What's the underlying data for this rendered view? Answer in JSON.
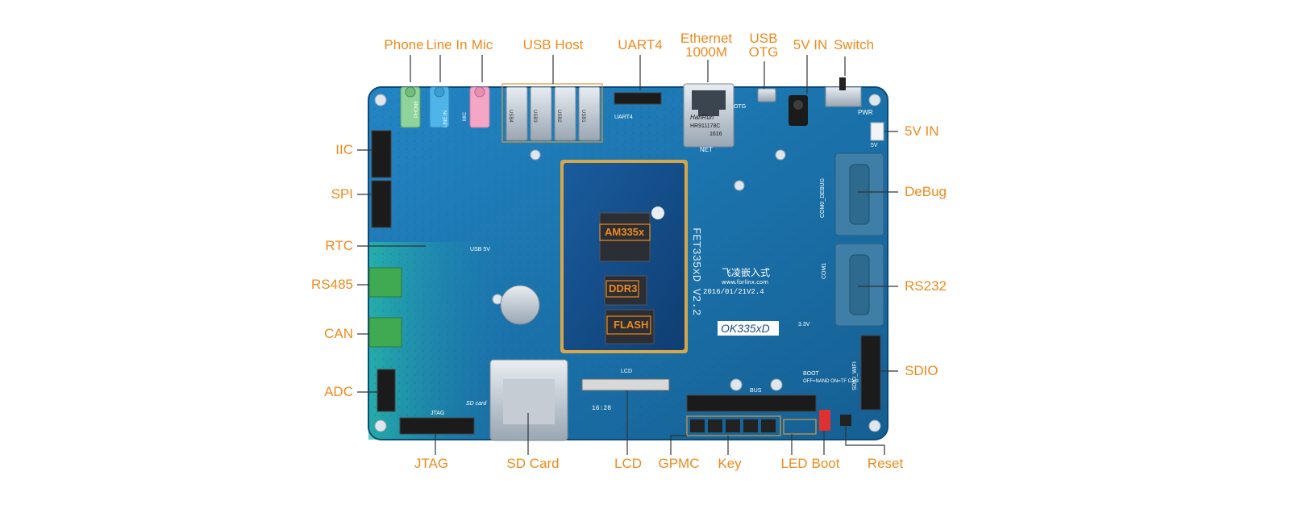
{
  "labels": {
    "phone": "Phone",
    "line_in": "Line In",
    "mic": "Mic",
    "usb_host": "USB Host",
    "uart4": "UART4",
    "ethernet": "Ethernet",
    "ethernet_speed": "1000M",
    "usb_otg_1": "USB",
    "usb_otg_2": "OTG",
    "power_in_top": "5V IN",
    "switch": "Switch",
    "power_in_right": "5V IN",
    "debug": "DeBug",
    "rs232": "RS232",
    "sdio": "SDIO",
    "iic": "IIC",
    "spi": "SPI",
    "rtc": "RTC",
    "rs485": "RS485",
    "can": "CAN",
    "adc": "ADC",
    "jtag": "JTAG",
    "sd_card": "SD Card",
    "lcd": "LCD",
    "gpmc": "GPMC",
    "key": "Key",
    "led": "LED",
    "boot": "Boot",
    "reset": "Reset"
  },
  "chips": {
    "cpu": "AM335x",
    "ram": "DDR3",
    "flash": "FLASH"
  },
  "silkscreen": {
    "board_name": "OK335xD",
    "module_name": "FET335xD V2.2",
    "date": "2016/01/21",
    "version": "V2.4",
    "brand": "飞凌嵌入式",
    "website": "www.forlinx.com",
    "usb_5v": "USB 5V",
    "net": "NET",
    "pwr": "PWR",
    "otg": "OTG",
    "uart4_port": "UART4",
    "sd_card_slot": "SD card",
    "jtag_port": "JTAG",
    "bus": "BUS",
    "lcd_port": "LCD",
    "com0_debug": "COM0_DEBUG",
    "com1": "COM1",
    "sdio_wifi": "SDIO_WIFI",
    "boot": "BOOT",
    "v33": "3.3V",
    "v5": "5V",
    "usb_ports": [
      "USB4",
      "USB3",
      "USB2",
      "USB1"
    ],
    "audio_ports": [
      "PHONE",
      "LINE IN",
      "MIC"
    ],
    "fpc_code": "16:28",
    "eth_brand": "HanRun",
    "eth_model": "HR911178C",
    "eth_date": "1616",
    "boot_opts": "OFF=NAND  ON=TF Card"
  },
  "colors": {
    "label": "#ef8a1c",
    "board": "#1a70a8",
    "board_dark": "#0f4f80",
    "module": "#114a86",
    "gold": "#d6a64a",
    "audio_green": "#8fd29a",
    "audio_blue": "#4fb4e8",
    "audio_pink": "#f3a6c6",
    "terminal_green": "#3faa52",
    "serial_blue": "#3f7ea6",
    "dip_red": "#e03030"
  }
}
